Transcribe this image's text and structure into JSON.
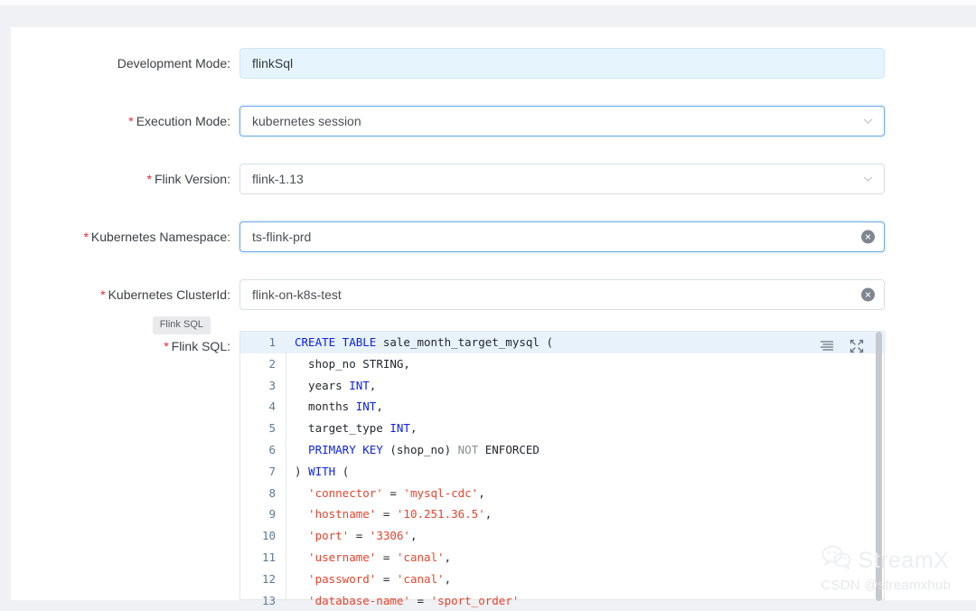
{
  "form": {
    "rows": [
      {
        "label": "Development Mode",
        "required": false,
        "value": "flinkSql",
        "type": "readonly",
        "state": "readonly"
      },
      {
        "label": "Execution Mode",
        "required": true,
        "value": "kubernetes session",
        "type": "select",
        "state": "focused"
      },
      {
        "label": "Flink Version",
        "required": true,
        "value": "flink-1.13",
        "type": "select",
        "state": "normal"
      },
      {
        "label": "Kubernetes Namespace",
        "required": true,
        "value": "ts-flink-prd",
        "type": "text-clearable",
        "state": "focused"
      },
      {
        "label": "Kubernetes ClusterId",
        "required": true,
        "value": "flink-on-k8s-test",
        "type": "text-clearable",
        "state": "normal"
      },
      {
        "label": "Flink SQL",
        "required": true,
        "value": "",
        "type": "editor",
        "state": "normal"
      }
    ],
    "label_colon": ":",
    "required_mark": "*",
    "tooltip_text": "Flink SQL"
  },
  "editor": {
    "actions": [
      {
        "name": "format-code-icon",
        "title": "Format"
      },
      {
        "name": "fullscreen-icon",
        "title": "Fullscreen"
      }
    ],
    "lines": [
      {
        "number": "1",
        "active": true,
        "tokens": [
          {
            "t": "CREATE TABLE",
            "c": "kw"
          },
          {
            "t": " sale_month_target_mysql (",
            "c": "pl"
          }
        ]
      },
      {
        "number": "2",
        "active": false,
        "tokens": [
          {
            "t": "  shop_no ",
            "c": "pl"
          },
          {
            "t": "STRING",
            "c": "pl"
          },
          {
            "t": ",",
            "c": "pl"
          }
        ]
      },
      {
        "number": "3",
        "active": false,
        "tokens": [
          {
            "t": "  years ",
            "c": "pl"
          },
          {
            "t": "INT",
            "c": "kw"
          },
          {
            "t": ",",
            "c": "pl"
          }
        ]
      },
      {
        "number": "4",
        "active": false,
        "tokens": [
          {
            "t": "  months ",
            "c": "pl"
          },
          {
            "t": "INT",
            "c": "kw"
          },
          {
            "t": ",",
            "c": "pl"
          }
        ]
      },
      {
        "number": "5",
        "active": false,
        "tokens": [
          {
            "t": "  target_type ",
            "c": "pl"
          },
          {
            "t": "INT",
            "c": "kw"
          },
          {
            "t": ",",
            "c": "pl"
          }
        ]
      },
      {
        "number": "6",
        "active": false,
        "tokens": [
          {
            "t": "  PRIMARY KEY",
            "c": "kw"
          },
          {
            "t": " (shop_no) ",
            "c": "pl"
          },
          {
            "t": "NOT",
            "c": "kw2"
          },
          {
            "t": " ENFORCED",
            "c": "pl"
          }
        ]
      },
      {
        "number": "7",
        "active": false,
        "tokens": [
          {
            "t": ") ",
            "c": "pl"
          },
          {
            "t": "WITH",
            "c": "kw"
          },
          {
            "t": " (",
            "c": "pl"
          }
        ]
      },
      {
        "number": "8",
        "active": false,
        "tokens": [
          {
            "t": "  'connector'",
            "c": "str"
          },
          {
            "t": " = ",
            "c": "pl"
          },
          {
            "t": "'mysql-cdc'",
            "c": "str"
          },
          {
            "t": ",",
            "c": "pl"
          }
        ]
      },
      {
        "number": "9",
        "active": false,
        "tokens": [
          {
            "t": "  'hostname'",
            "c": "str"
          },
          {
            "t": " = ",
            "c": "pl"
          },
          {
            "t": "'10.251.36.5'",
            "c": "str"
          },
          {
            "t": ",",
            "c": "pl"
          }
        ]
      },
      {
        "number": "10",
        "active": false,
        "tokens": [
          {
            "t": "  'port'",
            "c": "str"
          },
          {
            "t": " = ",
            "c": "pl"
          },
          {
            "t": "'3306'",
            "c": "str"
          },
          {
            "t": ",",
            "c": "pl"
          }
        ]
      },
      {
        "number": "11",
        "active": false,
        "tokens": [
          {
            "t": "  'username'",
            "c": "str"
          },
          {
            "t": " = ",
            "c": "pl"
          },
          {
            "t": "'canal'",
            "c": "str"
          },
          {
            "t": ",",
            "c": "pl"
          }
        ]
      },
      {
        "number": "12",
        "active": false,
        "tokens": [
          {
            "t": "  'password'",
            "c": "str"
          },
          {
            "t": " = ",
            "c": "pl"
          },
          {
            "t": "'canal'",
            "c": "str"
          },
          {
            "t": ",",
            "c": "pl"
          }
        ]
      },
      {
        "number": "13",
        "active": false,
        "tokens": [
          {
            "t": "  'database-name'",
            "c": "str"
          },
          {
            "t": " = ",
            "c": "pl"
          },
          {
            "t": "'sport_order'",
            "c": "str"
          }
        ]
      }
    ]
  },
  "watermark": {
    "brand": "StreamX",
    "credit": "CSDN @streamxhub"
  },
  "colors": {
    "required": "#f5222d",
    "focus_border": "#6aa9e9",
    "readonly_bg": "#e6f4fd",
    "keyword": "#0d22e8",
    "string": "#e8442e",
    "active_line": "#e8f2fb"
  }
}
